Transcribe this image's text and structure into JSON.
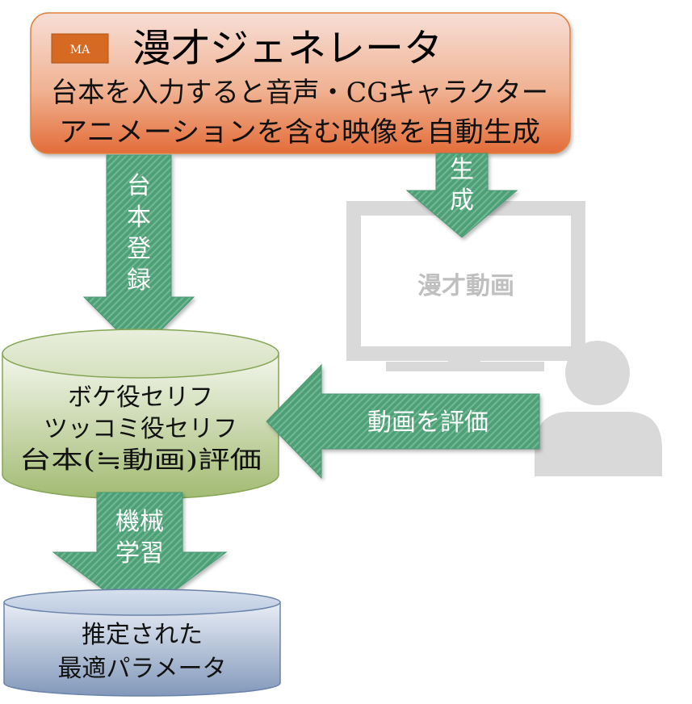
{
  "header": {
    "badge": "MA",
    "title": "漫才ジェネレータ",
    "subtitle_line1": "台本を入力すると音声・CGキャラクター",
    "subtitle_line2": "アニメーションを含む映像を自動生成"
  },
  "arrows": {
    "register": [
      "台",
      "本",
      "登",
      "録"
    ],
    "generate": [
      "生",
      "成"
    ],
    "evaluate": "動画を評価",
    "learn": [
      "機械",
      "学習"
    ]
  },
  "monitor": {
    "screen_text": "漫才動画"
  },
  "database": {
    "lines": [
      "ボケ役セリフ",
      "ツッコミ役セリフ",
      "台本(≒動画)評価"
    ]
  },
  "output": {
    "lines": [
      "推定された",
      "最適パラメータ"
    ]
  },
  "colors": {
    "header_fill_top": "#F6D9CF",
    "header_fill_bottom": "#E5733E",
    "header_stroke": "#E0823D",
    "badge_fill": "#D66A22",
    "arrow_fill": "#4FA37A",
    "db_fill_top": "#F1F5E8",
    "db_fill_bottom": "#9DB86A",
    "db_stroke": "#86A556",
    "out_fill_top": "#E8EEF6",
    "out_fill_bottom": "#7F95B8",
    "out_stroke": "#6A82A8",
    "gray_icon": "#D9D9D9",
    "gray_text": "#BFBFBF"
  }
}
